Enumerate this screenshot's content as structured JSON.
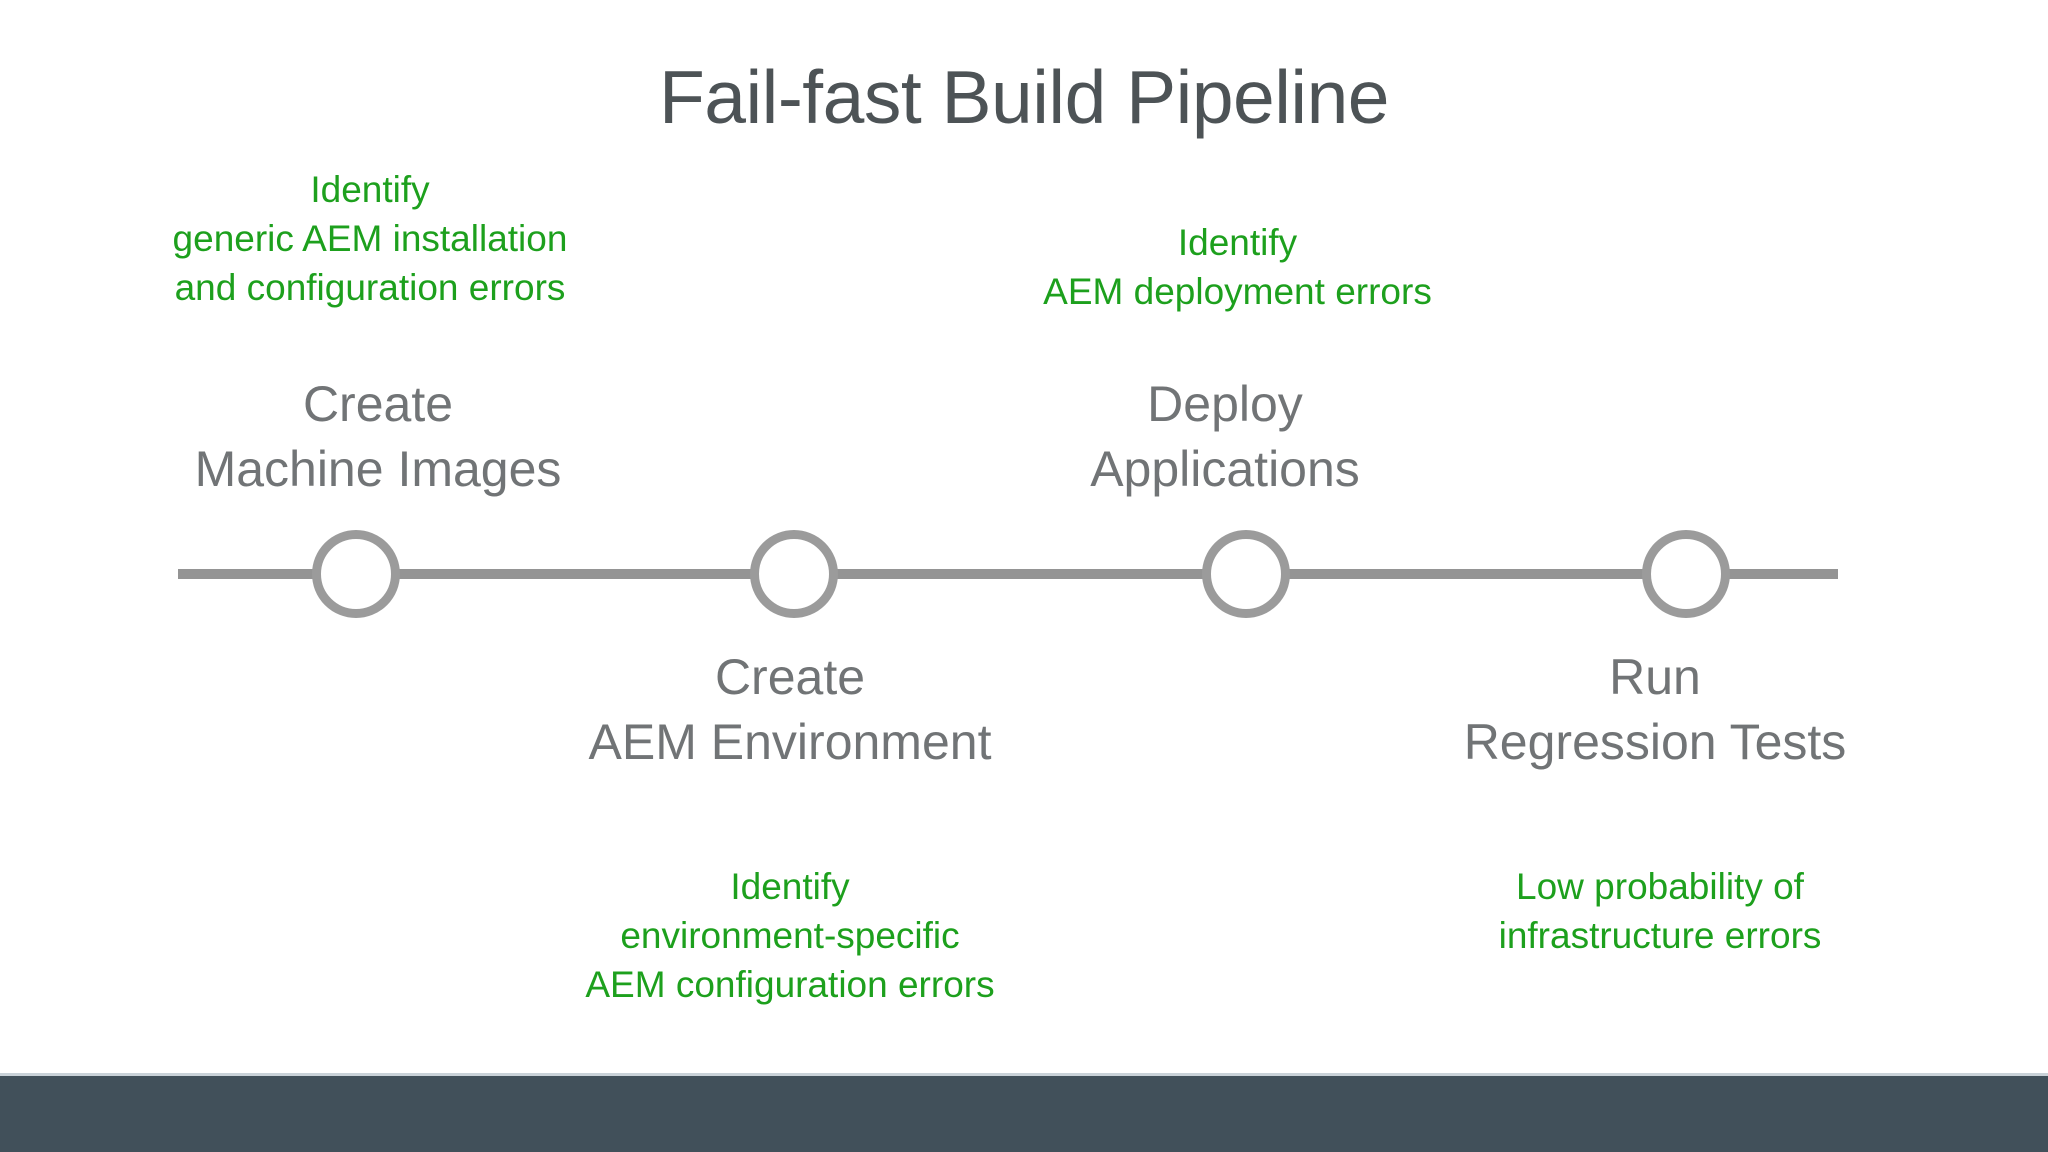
{
  "slide": {
    "title": "Fail-fast Build Pipeline",
    "background_color": "#ffffff",
    "title_color": "#4d5356",
    "step_color": "#717476",
    "annotation_color": "#1da01d",
    "axis_color": "#949494",
    "footer_color": "#41505a"
  },
  "diagram": {
    "type": "timeline",
    "axis": {
      "node_count": 4,
      "orientation": "horizontal"
    },
    "steps": [
      {
        "id": "create-machine-images",
        "line1": "Create",
        "line2": "Machine Images",
        "position": "above"
      },
      {
        "id": "create-aem-environment",
        "line1": "Create",
        "line2": "AEM Environment",
        "position": "below"
      },
      {
        "id": "deploy-applications",
        "line1": "Deploy",
        "line2": "Applications",
        "position": "above"
      },
      {
        "id": "run-regression-tests",
        "line1": "Run",
        "line2": "Regression Tests",
        "position": "below"
      }
    ],
    "annotations": [
      {
        "id": "machine-images-annotation",
        "position": "top-left",
        "lines": [
          "Identify",
          "generic AEM installation",
          "and configuration errors"
        ]
      },
      {
        "id": "deploy-applications-annotation",
        "position": "top-right",
        "lines": [
          "Identify",
          "AEM deployment errors"
        ]
      },
      {
        "id": "aem-environment-annotation",
        "position": "bottom-left",
        "lines": [
          "Identify",
          "environment-specific",
          "AEM configuration errors"
        ]
      },
      {
        "id": "regression-tests-annotation",
        "position": "bottom-right",
        "lines": [
          "Low probability of",
          "infrastructure errors"
        ]
      }
    ]
  }
}
